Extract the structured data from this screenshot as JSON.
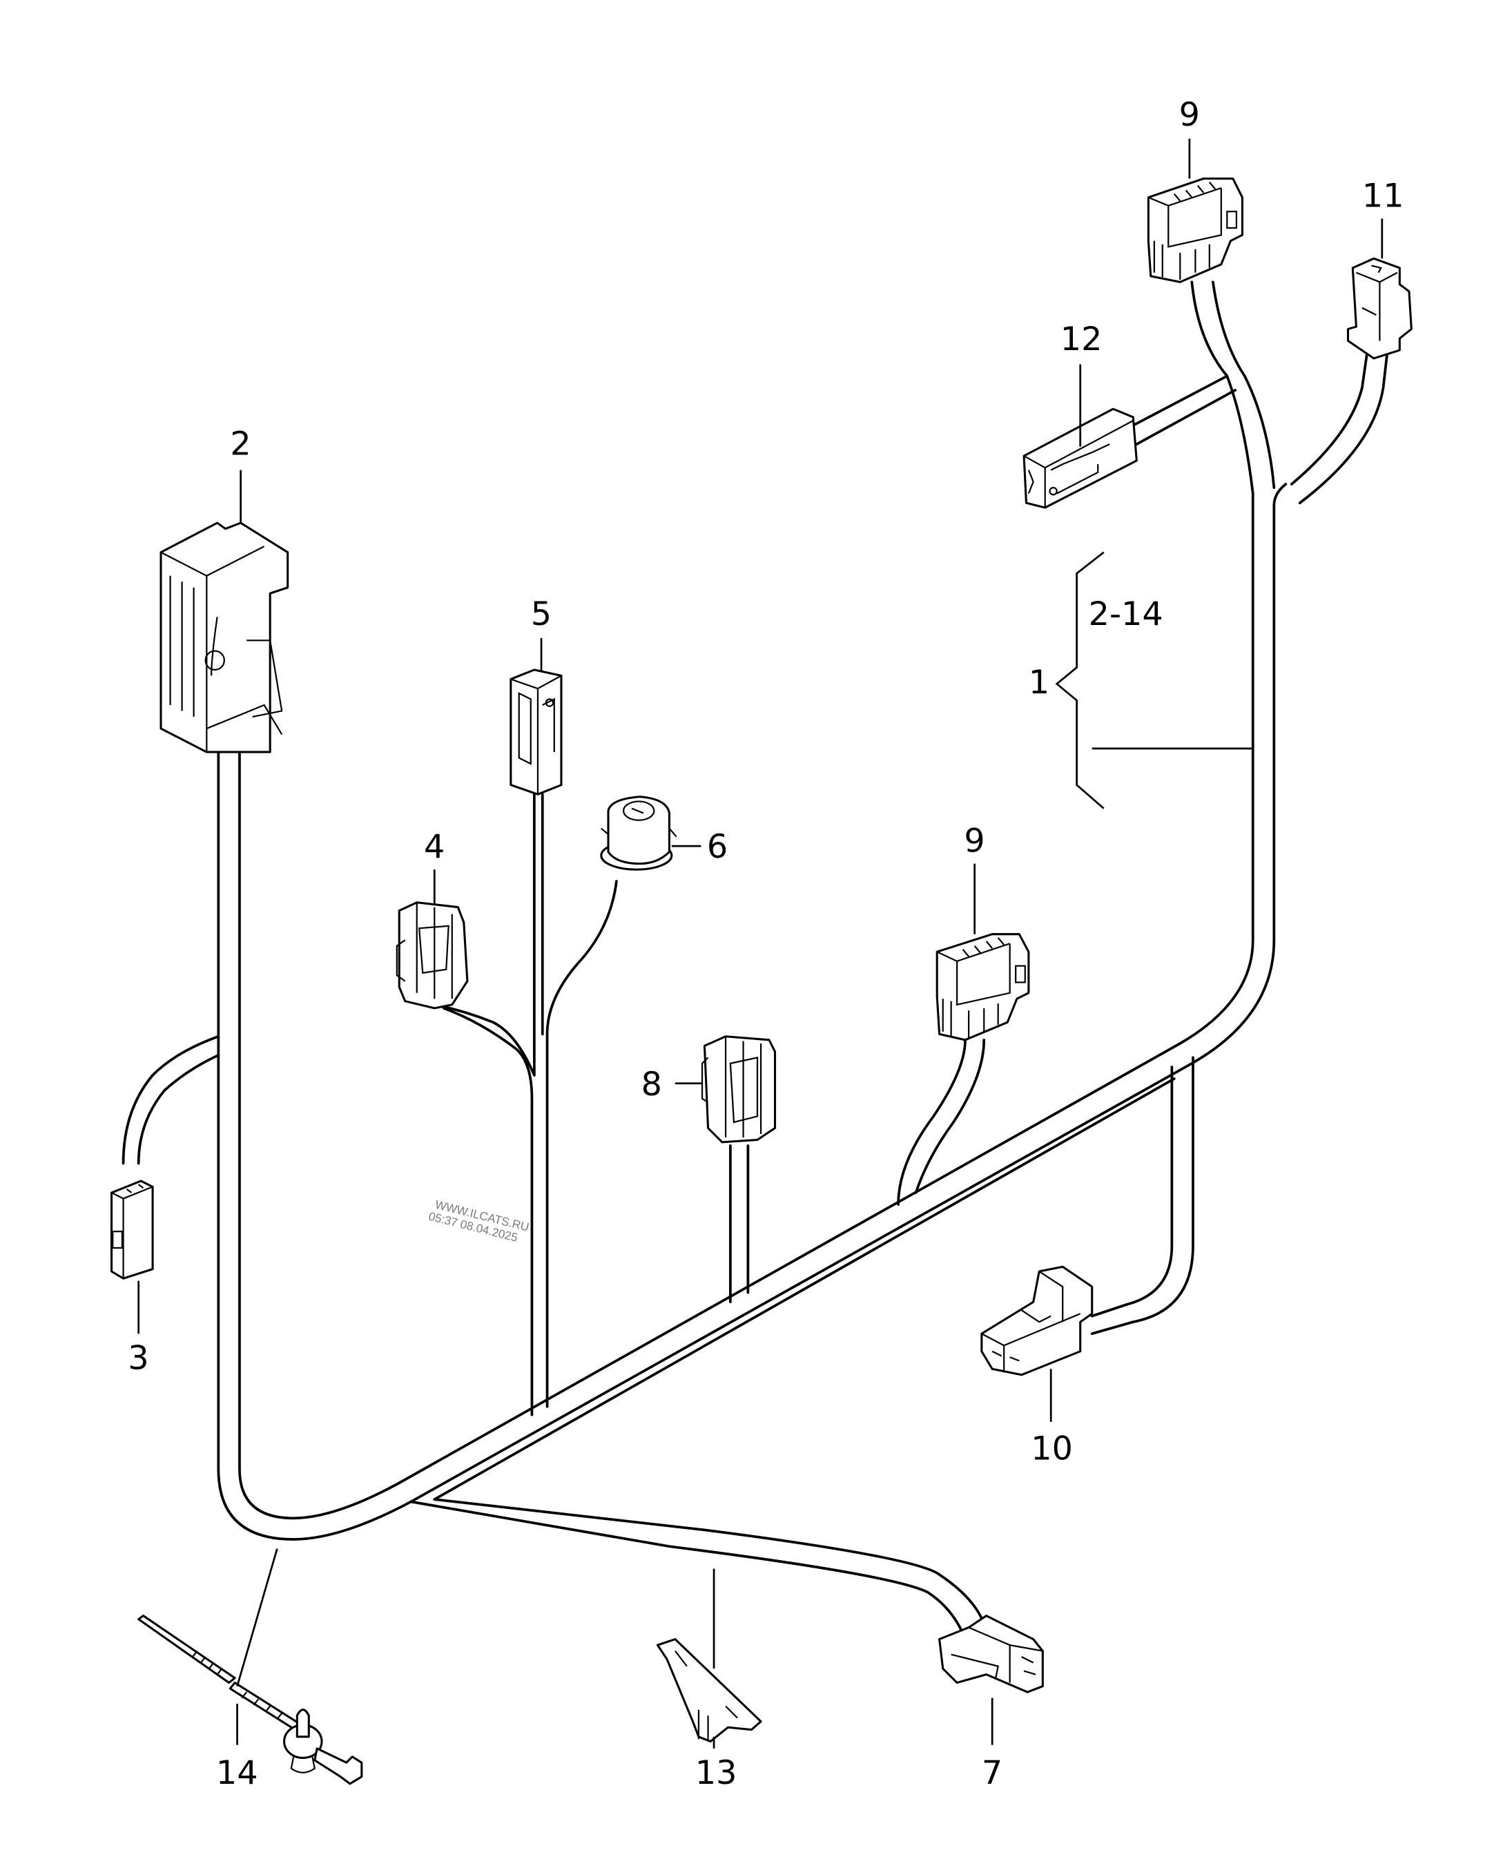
{
  "diagram": {
    "type": "parts-exploded-view",
    "subject": "wiring harness",
    "callouts": [
      {
        "id": "1",
        "label": "1"
      },
      {
        "id": "range",
        "label": "2-14"
      },
      {
        "id": "2",
        "label": "2"
      },
      {
        "id": "3",
        "label": "3"
      },
      {
        "id": "4",
        "label": "4"
      },
      {
        "id": "5",
        "label": "5"
      },
      {
        "id": "6",
        "label": "6"
      },
      {
        "id": "7",
        "label": "7"
      },
      {
        "id": "8",
        "label": "8"
      },
      {
        "id": "9a",
        "label": "9"
      },
      {
        "id": "9b",
        "label": "9"
      },
      {
        "id": "10",
        "label": "10"
      },
      {
        "id": "11",
        "label": "11"
      },
      {
        "id": "12",
        "label": "12"
      },
      {
        "id": "13",
        "label": "13"
      },
      {
        "id": "14",
        "label": "14"
      }
    ],
    "watermark": {
      "line1": "WWW.ILCATS.RU",
      "line2": "05:37 08.04.2025"
    }
  }
}
